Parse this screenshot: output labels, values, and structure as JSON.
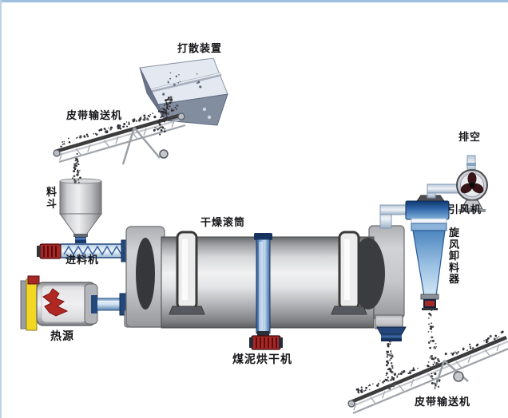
{
  "page": {
    "background": "#ffffff",
    "border_top_color": "#9ebfdd",
    "border_left_color": "#bdd2e6"
  },
  "labels": {
    "scatter_device": "打散装置",
    "belt_conveyor_top": "皮带输送机",
    "hopper": "料斗",
    "feeder": "进料机",
    "drying_drum": "干燥滚筒",
    "heat_source": "热源",
    "dryer_name": "煤泥烘干机",
    "exhaust": "排空",
    "induced_draft_fan": "引风机",
    "cyclone_discharger": "旋风卸料器",
    "belt_conveyor_bottom": "皮带输送机"
  },
  "colors": {
    "cyclone_blue_dark": "#16407e",
    "cyclone_blue_light": "#a8cce8",
    "drive_column_blue": "#4a78b0",
    "motor_red": "#a82828",
    "heat_yellow": "#f2d822",
    "flame_red": "#b02824",
    "drum_gray": "#c9c9c9",
    "steel_gray": "#c7c8cc",
    "material_dot": "#2e2e34",
    "label_text": "#16161a"
  }
}
